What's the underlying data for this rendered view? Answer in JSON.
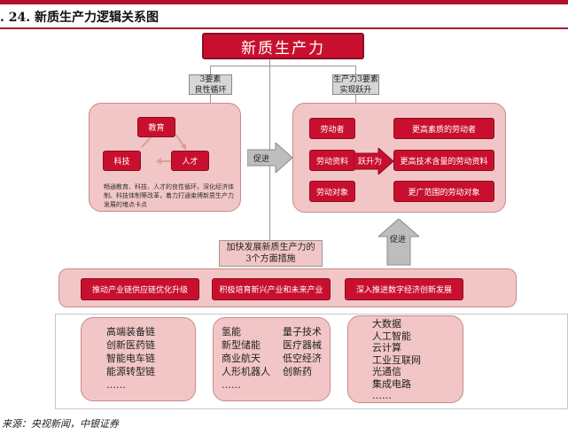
{
  "figure": {
    "title": ". 24. 新质生产力逻辑关系图"
  },
  "main_title": "新质生产力",
  "labels": {
    "left_cycle": "3要素\n良性循环",
    "right_upgrade": "生产力3要素\n实现跃升",
    "promote_right": "促进",
    "promote_up": "促进",
    "measures": "加快发展新质生产力的\n3个方面措施"
  },
  "left_panel": {
    "education": "教育",
    "technology": "科技",
    "talent": "人才",
    "description": "畅通教育、科技、人才的良性循环，深化经济体制、科技体制等改革，着力打通束缚新质生产力发展的堵点卡点"
  },
  "right_panel": {
    "left_items": [
      "劳动者",
      "劳动资料",
      "劳动对象"
    ],
    "leap_label": "跃升为",
    "right_items": [
      "更高素质的劳动者",
      "更高技术含量的劳动资料",
      "更广范围的劳动对象"
    ]
  },
  "measures": [
    "推动产业链供应链优化升级",
    "积极培育新兴产业和未来产业",
    "深入推进数字经济创新发展"
  ],
  "industry_lists": {
    "list1": [
      "高端装备链",
      "创新医药链",
      "智能电车链",
      "能源转型链",
      "……"
    ],
    "list2_col1": [
      "氢能",
      "新型储能",
      "商业航天",
      "人形机器人",
      "……"
    ],
    "list2_col2": [
      "量子技术",
      "医疗器械",
      "低空经济",
      "创新药"
    ],
    "list3": [
      "大数据",
      "人工智能",
      "云计算",
      "工业互联网",
      "光通信",
      "集成电路",
      "……"
    ]
  },
  "source": "来源：央视新闻，中银证券",
  "colors": {
    "brand_red": "#c8102e",
    "pink": "#f2c6c6",
    "grey": "#d6d6d6",
    "arrow_grey": "#bdbdbd"
  }
}
